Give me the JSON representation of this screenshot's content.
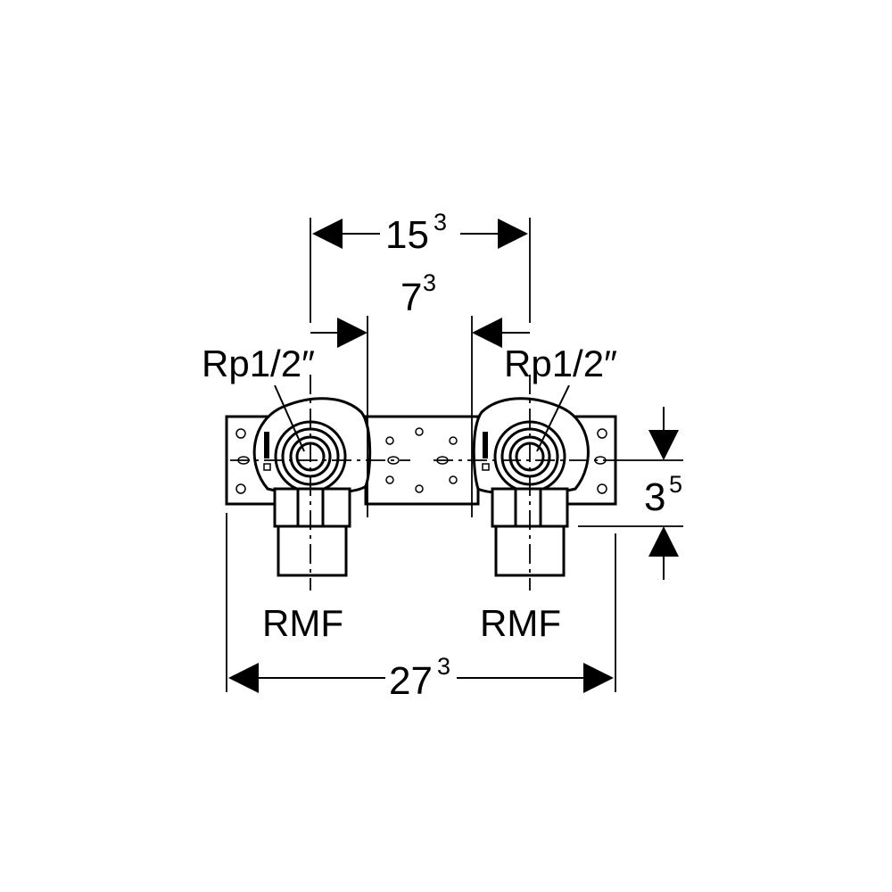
{
  "dimensions": {
    "top_span": {
      "main": "15",
      "sup": "3"
    },
    "inner_span": {
      "main": "7",
      "sup": "3"
    },
    "overall_width": {
      "main": "27",
      "sup": "3"
    },
    "height_offset": {
      "main": "3",
      "sup": "5"
    }
  },
  "labels": {
    "thread_left": "Rp1/2″",
    "thread_right": "Rp1/2″",
    "connector_left": "RMF",
    "connector_right": "RMF"
  },
  "colors": {
    "line": "#000000",
    "background": "#ffffff"
  }
}
